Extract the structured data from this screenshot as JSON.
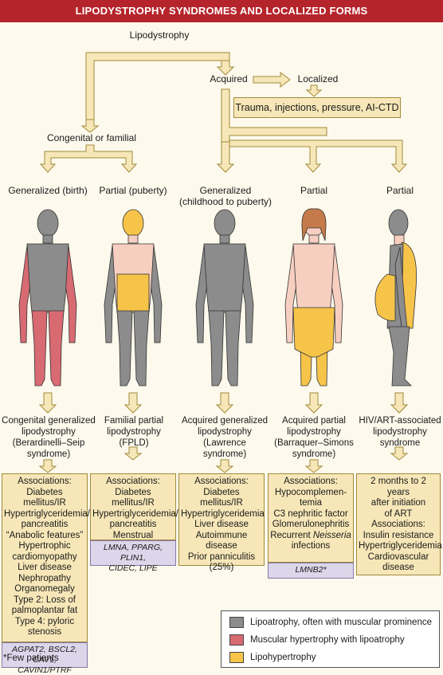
{
  "title": "LIPODYSTROPHY SYNDROMES AND LOCALIZED FORMS",
  "nodes": {
    "root": "Lipodystrophy",
    "acquired": "Acquired",
    "localized": "Localized",
    "localized_causes": "Trauma, injections, pressure, AI-CTD",
    "congenital": "Congenital or familial"
  },
  "columns": [
    {
      "heading": [
        "Generalized (birth)"
      ],
      "name": [
        "Congenital generalized",
        "lipodystrophy",
        "(Berardinelli–Seip",
        "syndrome)"
      ],
      "box": [
        "Associations:",
        "Diabetes mellitus/IR",
        "Hypertriglyceridemia/",
        "pancreatitis",
        "“Anabolic features”",
        "Hypertrophic",
        "cardiomyopathy",
        "Liver disease",
        "Nephropathy",
        "Organomegaly",
        "Type 2: Loss of",
        "palmoplantar fat",
        "Type 4: pyloric",
        "stenosis"
      ],
      "genes": [
        "AGPAT2, BSCL2, CAV1,",
        "CAVIN1/PTRF"
      ]
    },
    {
      "heading": [
        "Partial (puberty)"
      ],
      "name": [
        "Familial partial",
        "lipodystrophy",
        "(FPLD)"
      ],
      "box": [
        "Associations:",
        "Diabetes mellitus/IR",
        "Hypertriglyceridemia/",
        "pancreatitis",
        "Menstrual irregularity"
      ],
      "genes": [
        "LMNA, PPARG, PLIN1,",
        "CIDEC, LIPE"
      ]
    },
    {
      "heading": [
        "Generalized",
        "(childhood to puberty)"
      ],
      "name": [
        "Acquired generalized",
        "lipodystrophy",
        "(Lawrence",
        "syndrome)"
      ],
      "box": [
        "Associations:",
        "Diabetes mellitus/IR",
        "Hypertriglyceridemia",
        "Liver disease",
        "Autoimmune disease",
        "Prior panniculitis",
        "(25%)"
      ],
      "genes": []
    },
    {
      "heading": [
        "Partial"
      ],
      "name": [
        "Acquired partial",
        "lipodystrophy",
        "(Barraquer–Simons",
        "syndrome)"
      ],
      "box": [
        "Associations:",
        "Hypocomplemen-",
        "temia",
        "C3 nephritic factor",
        "Glomerulonephritis",
        "Recurrent Neisseria",
        "infections"
      ],
      "genes": [
        "LMNB2*"
      ]
    },
    {
      "heading": [
        "Partial"
      ],
      "name": [
        "HIV/ART-associated",
        "lipodystrophy",
        "syndrome"
      ],
      "box": [
        "2 months to 2 years",
        "after initiation",
        "of ART",
        "Associations:",
        "Insulin resistance",
        "Hypertriglyceridemia",
        "Cardiovascular",
        "disease"
      ],
      "genes": []
    }
  ],
  "legend": [
    {
      "label": "Lipoatrophy, often with muscular prominence",
      "color": "#8c8c8c"
    },
    {
      "label": "Muscular hypertrophy with lipoatrophy",
      "color": "#d86a72"
    },
    {
      "label": "Lipohypertrophy",
      "color": "#f7c44a"
    }
  ],
  "footnote": "*Few patients",
  "colors": {
    "title_bg": "#b5242a",
    "arrow_fill": "#f7e7b8",
    "arrow_stroke": "#a08a3a",
    "skin": "#f7cfc0",
    "hair": "#c47a4a"
  }
}
